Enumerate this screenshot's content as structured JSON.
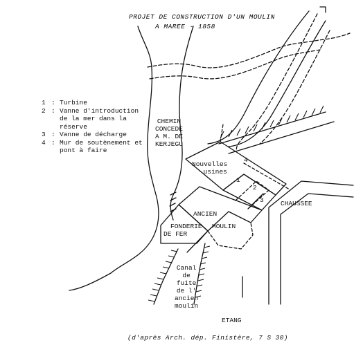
{
  "title": {
    "line1": "PROJET DE CONSTRUCTION D'UN MOULIN",
    "line2": "A MAREE  -  1858"
  },
  "legend": [
    {
      "num": "1",
      "lines": [
        "Turbine"
      ]
    },
    {
      "num": "2",
      "lines": [
        "Vanne d'introduction",
        "de la mer dans la",
        "réserve"
      ]
    },
    {
      "num": "3",
      "lines": [
        "Vanne de décharge"
      ]
    },
    {
      "num": "4",
      "lines": [
        "Mur de soutènement et",
        "pont à faire"
      ]
    }
  ],
  "labels": {
    "chemin": [
      "CHEMIN",
      "CONCEDE",
      "A M. DE",
      "KERJEGU"
    ],
    "nouvelles_usines": [
      "Nouvelles",
      "usines"
    ],
    "chaussee": "CHAUSSEE",
    "ancien_moulin_1": "ANCIEN",
    "ancien_moulin_2": "MOULIN",
    "fonderie": [
      "FONDERIE",
      "DE FER"
    ],
    "canal": [
      "Canal",
      "de",
      "fuite",
      "de l'",
      "ancien",
      "moulin"
    ],
    "etang": "ETANG",
    "num1": "1",
    "num2": "2",
    "num3": "3",
    "num4": "4"
  },
  "source": "(d'après Arch. dép. Finistère, 7 S 30)"
}
